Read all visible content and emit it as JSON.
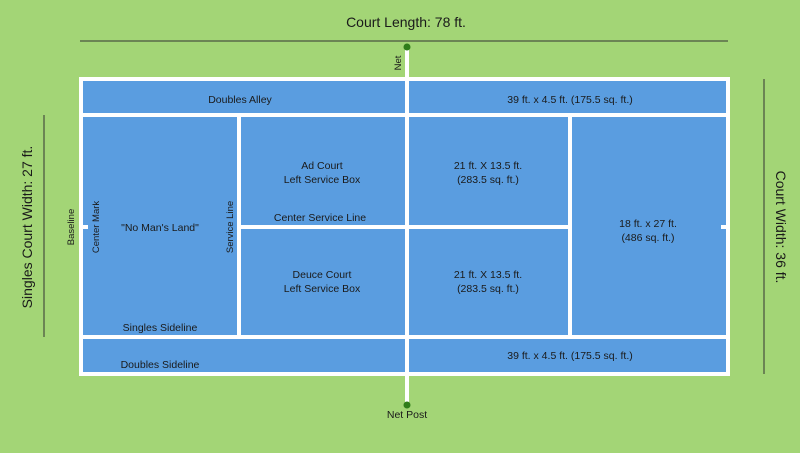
{
  "colors": {
    "grass": "#a3d576",
    "court": "#5a9de0",
    "lines": "#ffffff",
    "net_post": "#2f7d1a"
  },
  "labels": {
    "court_length": "Court Length: 78 ft.",
    "court_width": "Court Width: 36 ft.",
    "singles_width": "Singles Court Width: 27 ft.",
    "net": "Net",
    "net_post": "Net Post",
    "doubles_alley": "Doubles Alley",
    "doubles_sideline": "Doubles Sideline",
    "alley_dim_top": "39 ft. x 4.5 ft. (175.5 sq. ft.)",
    "alley_dim_bottom": "39 ft. x 4.5 ft. (175.5 sq. ft.)",
    "baseline": "Baseline",
    "center_mark": "Center Mark",
    "no_mans_land": "\"No Man's Land\"",
    "service_line": "Service Line",
    "singles_sideline": "Singles Sideline",
    "ad_court_1": "Ad Court",
    "ad_court_2": "Left Service Box",
    "deuce_court_1": "Deuce Court",
    "deuce_court_2": "Left Service Box",
    "center_service_line": "Center Service Line",
    "box_top_dim_1": "21 ft. X 13.5 ft.",
    "box_top_dim_2": "(283.5 sq. ft.)",
    "box_bottom_dim_1": "21 ft. X 13.5 ft.",
    "box_bottom_dim_2": "(283.5 sq. ft.)",
    "back_court_dim_1": "18 ft. x 27 ft.",
    "back_court_dim_2": "(486 sq. ft.)"
  }
}
